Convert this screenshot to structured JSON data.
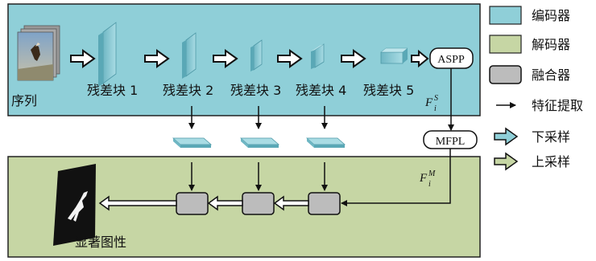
{
  "encoder_panel": {
    "sequence_label": "序列",
    "blocks": [
      "残差块 1",
      "残差块 2",
      "残差块 3",
      "残差块 4",
      "残差块 5"
    ],
    "aspp_label": "ASPP",
    "fs_main": "F",
    "fs_sup": "S",
    "fs_sub": "i"
  },
  "middle": {
    "mfpl_label": "MFPL",
    "fm_main": "F",
    "fm_sup": "M",
    "fm_sub": "i"
  },
  "decoder_panel": {
    "saliency_label": "显著图性"
  },
  "legend": {
    "encoder": "编码器",
    "decoder": "解码器",
    "fusion": "融合器",
    "feature": "特征提取",
    "downsample": "下采样",
    "upsample": "上采样"
  },
  "colors": {
    "encoder_fill": "#8fcfd8",
    "decoder_fill": "#c6d6a4",
    "fusion_fill": "#bcbcbc"
  }
}
